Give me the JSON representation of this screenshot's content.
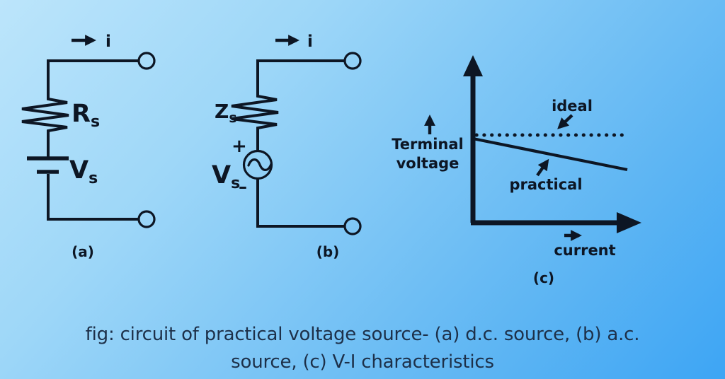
{
  "palette": {
    "background_top_left": "#bce5fb",
    "background_bottom_right": "#3da5f4",
    "ink": "#0d1624",
    "caption_ink": "#1d3049"
  },
  "circuit_a": {
    "subfigure_label": "(a)",
    "current_label": "i",
    "resistor": {
      "base": "R",
      "sub": "s"
    },
    "source": {
      "base": "V",
      "sub": "s"
    }
  },
  "circuit_b": {
    "subfigure_label": "(b)",
    "current_label": "i",
    "impedance": {
      "base": "Z",
      "sub": "s"
    },
    "source": {
      "base": "V",
      "sub": "s"
    },
    "plus_sign": "+",
    "minus_sign": "–"
  },
  "chart": {
    "subfigure_label": "(c)",
    "y_axis_label_line1": "Terminal",
    "y_axis_label_line2": "voltage",
    "x_axis_label": "current",
    "series": [
      {
        "name": "ideal",
        "style": "dotted horizontal line"
      },
      {
        "name": "practical",
        "style": "solid declining line"
      }
    ]
  },
  "figure_caption": {
    "line1": "fig: circuit of practical voltage source- (a) d.c. source, (b) a.c.",
    "line2": "source, (c) V-I characteristics"
  }
}
